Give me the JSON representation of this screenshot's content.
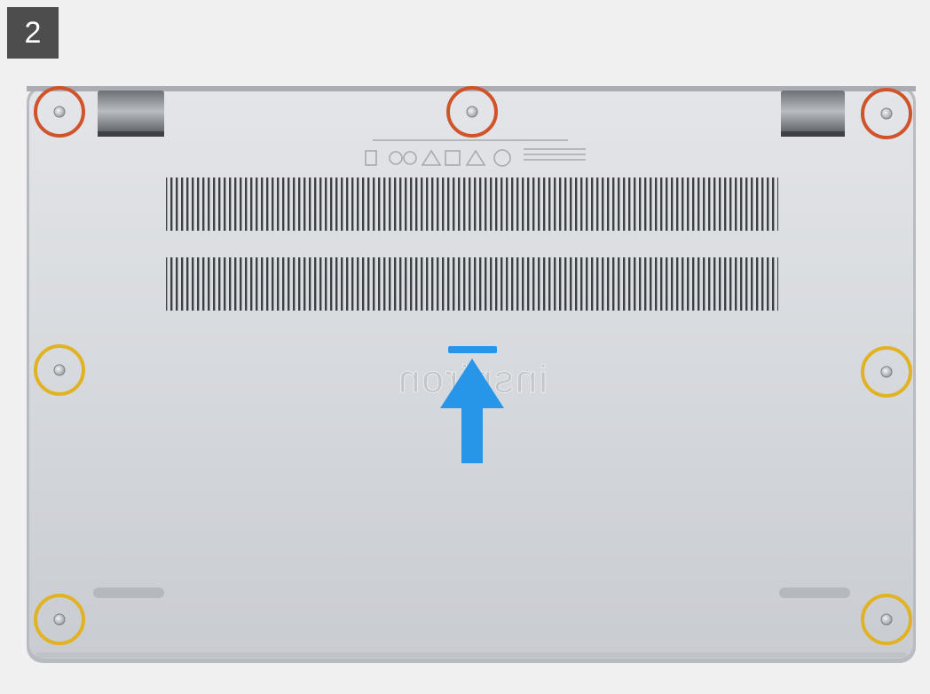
{
  "step": {
    "number": "2"
  },
  "figure": {
    "logo_text": "inspiron",
    "vent_rows": 2,
    "arrow_direction": "up"
  },
  "screws": [
    {
      "id": "top-left",
      "ring": "red"
    },
    {
      "id": "top-center",
      "ring": "red"
    },
    {
      "id": "top-right",
      "ring": "red"
    },
    {
      "id": "mid-left",
      "ring": "yellow"
    },
    {
      "id": "mid-right",
      "ring": "yellow"
    },
    {
      "id": "bottom-left",
      "ring": "yellow"
    },
    {
      "id": "bottom-right",
      "ring": "yellow"
    }
  ],
  "colors": {
    "captive_screw_ring": "#d0542b",
    "screw_ring": "#e1b223",
    "arrow": "#2896e8",
    "chassis": "#d3d6da",
    "step_badge": "#4d4d4d"
  }
}
